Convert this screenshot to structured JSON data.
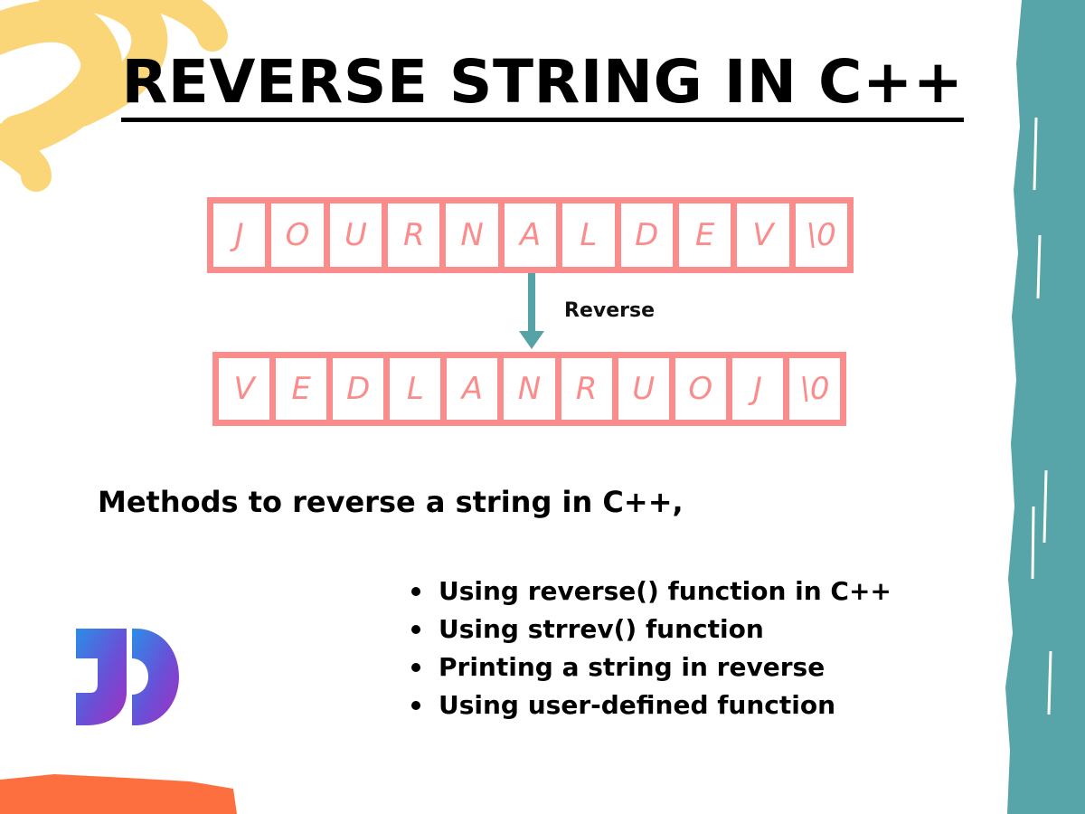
{
  "title": "REVERSE STRING IN C++",
  "original_chars": [
    "J",
    "O",
    "U",
    "R",
    "N",
    "A",
    "L",
    "D",
    "E",
    "V",
    "\\0"
  ],
  "reversed_chars": [
    "V",
    "E",
    "D",
    "L",
    "A",
    "N",
    "R",
    "U",
    "O",
    "J",
    "\\0"
  ],
  "arrow_label": "Reverse",
  "methods_heading": "Methods to reverse a string in C++,",
  "methods": [
    "Using reverse() function in C++",
    "Using strrev() function",
    "Printing a string in reverse",
    "Using user-defined function"
  ],
  "colors": {
    "cell_border": "#fb8c8c",
    "arrow": "#55a3a6",
    "teal_stripe": "#57a5a8",
    "yellow_swirl": "#fbd679",
    "orange_brush": "#fe6f3f"
  }
}
